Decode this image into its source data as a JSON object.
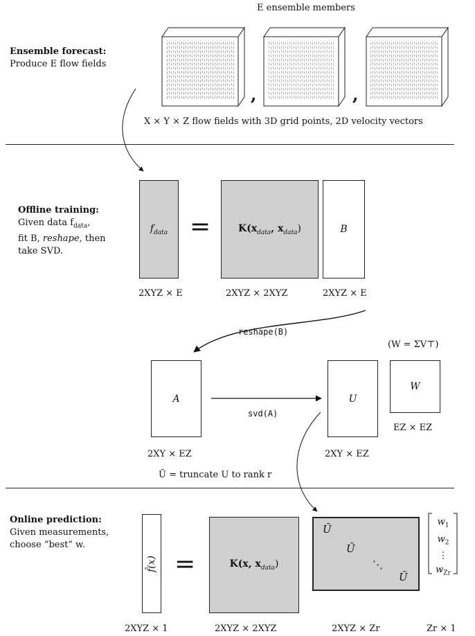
{
  "ensemble": {
    "members_caption": "E ensemble members",
    "section_title": "Ensemble forecast:",
    "section_desc": "Produce E flow fields",
    "fields_caption": "X × Y × Z flow fields with 3D grid points, 2D velocity vectors",
    "comma": ","
  },
  "training": {
    "section_title": "Offline training:",
    "desc_line1": "Given data f",
    "desc_line1_sub": "data",
    "desc_line1_end": ",",
    "desc_line2": "fit B,",
    "desc_line2_em": "reshape",
    "desc_line2_end": ", then",
    "desc_line3": "take SVD.",
    "f_label": "f",
    "f_sub": "data",
    "equals": "=",
    "k_label": "K(x",
    "k_sub1": "data",
    "k_mid": ", x",
    "k_sub2": "data",
    "k_end": ")",
    "b_label": "B",
    "dim_f": "2XYZ × E",
    "dim_k": "2XYZ × 2XYZ",
    "dim_b": "2XYZ × E",
    "reshape_label": "reshape(B)",
    "a_label": "A",
    "u_label": "U",
    "w_label": "W",
    "w_def": "(W = ΣV⊤)",
    "svd_label": "svd(A)",
    "dim_a": "2XY × EZ",
    "dim_u": "2XY × EZ",
    "dim_w": "EZ × EZ",
    "truncate_label": "Ũ = truncate U to rank r"
  },
  "prediction": {
    "section_title": "Online prediction:",
    "desc_line1": "Given measurements,",
    "desc_line2": "choose “best” w.",
    "fhat_label": "f̂(x)",
    "equals": "=",
    "k_label": "K(x, x",
    "k_sub": "data",
    "k_end": ")",
    "u_tilde": "Ũ",
    "dots": "⋱",
    "w_vector": [
      "w",
      "w",
      "⋮",
      "w"
    ],
    "w_subs": [
      "1",
      "2",
      "",
      "Zr"
    ],
    "dim_f": "2XYZ × 1",
    "dim_k": "2XYZ × 2XYZ",
    "dim_u": "2XYZ × Zr",
    "dim_w": "Zr × 1"
  }
}
